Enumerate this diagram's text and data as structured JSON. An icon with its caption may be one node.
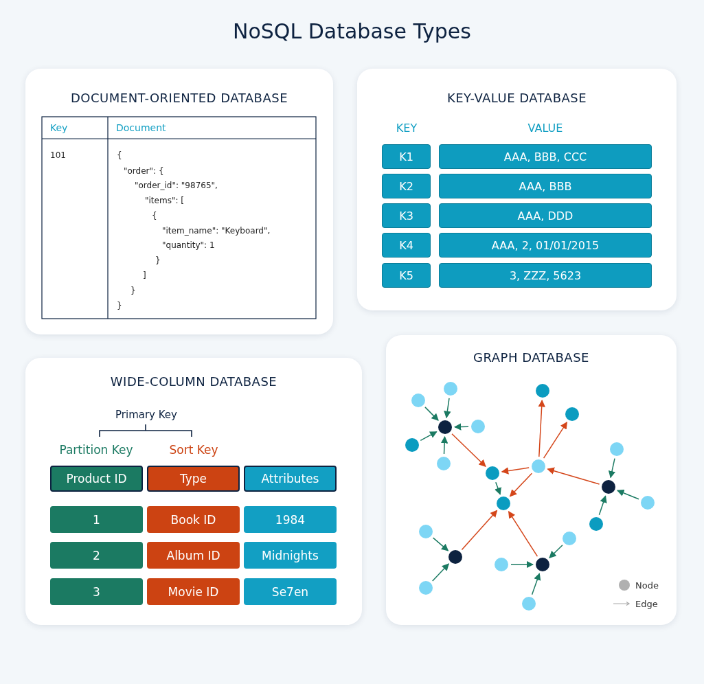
{
  "diagram": {
    "title": "NoSQL Database Types",
    "nodes": [
      {
        "text": [
          "DOCUMENT-ORIENTED DATABASE"
        ]
      },
      {
        "text": [
          "KEY-VALUE DATABASE"
        ]
      },
      {
        "text": [
          "K1"
        ],
        "in": 1
      },
      {
        "text": [
          "AAA, BBB, CCC"
        ],
        "in": 1
      },
      {
        "text": [
          "K2"
        ],
        "in": 1
      },
      {
        "text": [
          "AAA, BBB"
        ],
        "in": 1
      },
      {
        "text": [
          "K3"
        ],
        "in": 1
      },
      {
        "text": [
          "AAA, DDD"
        ],
        "in": 1
      },
      {
        "text": [
          "K4"
        ],
        "in": 1
      },
      {
        "text": [
          "AAA, 2, 01/01/2015"
        ],
        "in": 1
      },
      {
        "text": [
          "K5"
        ],
        "in": 1
      },
      {
        "text": [
          "3, ZZZ, 5623"
        ],
        "in": 1
      },
      {
        "text": [
          "WIDE-COLUMN DATABASE"
        ]
      },
      {
        "text": [
          "Product ID"
        ],
        "in": 12
      },
      {
        "text": [
          "Type"
        ],
        "in": 12
      },
      {
        "text": [
          "Attributes"
        ],
        "in": 12
      },
      {
        "text": [
          "1"
        ],
        "in": 12
      },
      {
        "text": [
          "Book ID"
        ],
        "in": 12
      },
      {
        "text": [
          "1984"
        ],
        "in": 12
      },
      {
        "text": [
          "2"
        ],
        "in": 12
      },
      {
        "text": [
          "Album ID"
        ],
        "in": 12
      },
      {
        "text": [
          "Midnights"
        ],
        "in": 12
      },
      {
        "text": [
          "3"
        ],
        "in": 12
      },
      {
        "text": [
          "Movie ID"
        ],
        "in": 12
      },
      {
        "text": [
          "Se7en"
        ],
        "in": 12
      },
      {
        "text": [
          "GRAPH DATABASE"
        ]
      },
      {
        "text": [],
        "shape": "circle",
        "in": 25
      },
      {
        "text": [],
        "shape": "circle",
        "in": 25
      },
      {
        "text": [],
        "shape": "circle",
        "in": 25
      },
      {
        "text": [],
        "shape": "circle",
        "in": 25
      },
      {
        "text": [],
        "shape": "circle",
        "in": 25
      },
      {
        "text": [],
        "shape": "circle",
        "in": 25
      },
      {
        "text": [],
        "shape": "circle",
        "in": 25
      },
      {
        "text": [],
        "shape": "circle",
        "in": 25
      },
      {
        "text": [],
        "shape": "circle",
        "in": 25
      },
      {
        "text": [],
        "shape": "circle",
        "in": 25
      },
      {
        "text": [],
        "shape": "circle",
        "in": 25
      },
      {
        "text": [],
        "shape": "circle",
        "in": 25
      },
      {
        "text": [],
        "shape": "circle",
        "in": 25
      },
      {
        "text": [],
        "shape": "circle",
        "in": 25
      },
      {
        "text": [],
        "shape": "circle",
        "in": 25
      },
      {
        "text": [],
        "shape": "circle",
        "in": 25
      },
      {
        "text": [],
        "shape": "circle",
        "in": 25
      },
      {
        "text": [],
        "shape": "circle",
        "in": 25
      },
      {
        "text": [],
        "shape": "circle",
        "in": 25
      },
      {
        "text": [],
        "shape": "circle",
        "in": 25
      },
      {
        "text": [],
        "shape": "circle",
        "in": 25
      },
      {
        "text": [],
        "shape": "circle",
        "in": 25
      }
    ],
    "edges": [
      {
        "from": 28,
        "to": 31,
        "arrow": "to"
      },
      {
        "from": 26,
        "to": 31,
        "arrow": "to"
      },
      {
        "from": 30,
        "to": 31,
        "arrow": "to"
      },
      {
        "from": 32,
        "to": 31,
        "arrow": "to"
      },
      {
        "from": 34,
        "to": 31,
        "arrow": "to"
      },
      {
        "from": 31,
        "to": 36,
        "arrow": "to",
        "color": "#d4461a"
      },
      {
        "from": 35,
        "to": 36,
        "arrow": "to",
        "color": "#d4461a"
      },
      {
        "from": 35,
        "to": 27,
        "arrow": "to",
        "color": "#d4461a"
      },
      {
        "from": 35,
        "to": 29,
        "arrow": "to",
        "color": "#d4461a"
      },
      {
        "from": 35,
        "to": 39,
        "arrow": "to",
        "color": "#d4461a"
      },
      {
        "from": 36,
        "to": 39,
        "arrow": "to"
      },
      {
        "from": 33,
        "to": 37,
        "arrow": "to"
      },
      {
        "from": 38,
        "to": 37,
        "arrow": "to"
      },
      {
        "from": 40,
        "to": 37,
        "arrow": "to"
      },
      {
        "from": 37,
        "to": 35,
        "arrow": "to",
        "color": "#d4461a"
      },
      {
        "from": 41,
        "to": 43,
        "arrow": "to"
      },
      {
        "from": 46,
        "to": 43,
        "arrow": "to"
      },
      {
        "from": 43,
        "to": 39,
        "arrow": "to",
        "color": "#d4461a"
      },
      {
        "from": 42,
        "to": 44,
        "arrow": "to"
      },
      {
        "from": 45,
        "to": 44,
        "arrow": "to"
      },
      {
        "from": 47,
        "to": 44,
        "arrow": "to"
      },
      {
        "from": 44,
        "to": 39,
        "arrow": "to",
        "color": "#d4461a"
      }
    ],
    "labels": [
      "Key",
      "Document",
      "101",
      "{",
      "\"order\": {",
      "\"order_id\": \"98765\",",
      "\"items\": [",
      "{",
      "\"item_name\": \"Keyboard\",",
      "\"quantity\": 1",
      "}",
      "]",
      "}",
      "}",
      "KEY",
      "VALUE",
      "Primary Key",
      "Partition Key",
      "Sort Key"
    ],
    "legend": [
      {
        "text": "Node"
      },
      {
        "text": "Edge"
      }
    ]
  }
}
